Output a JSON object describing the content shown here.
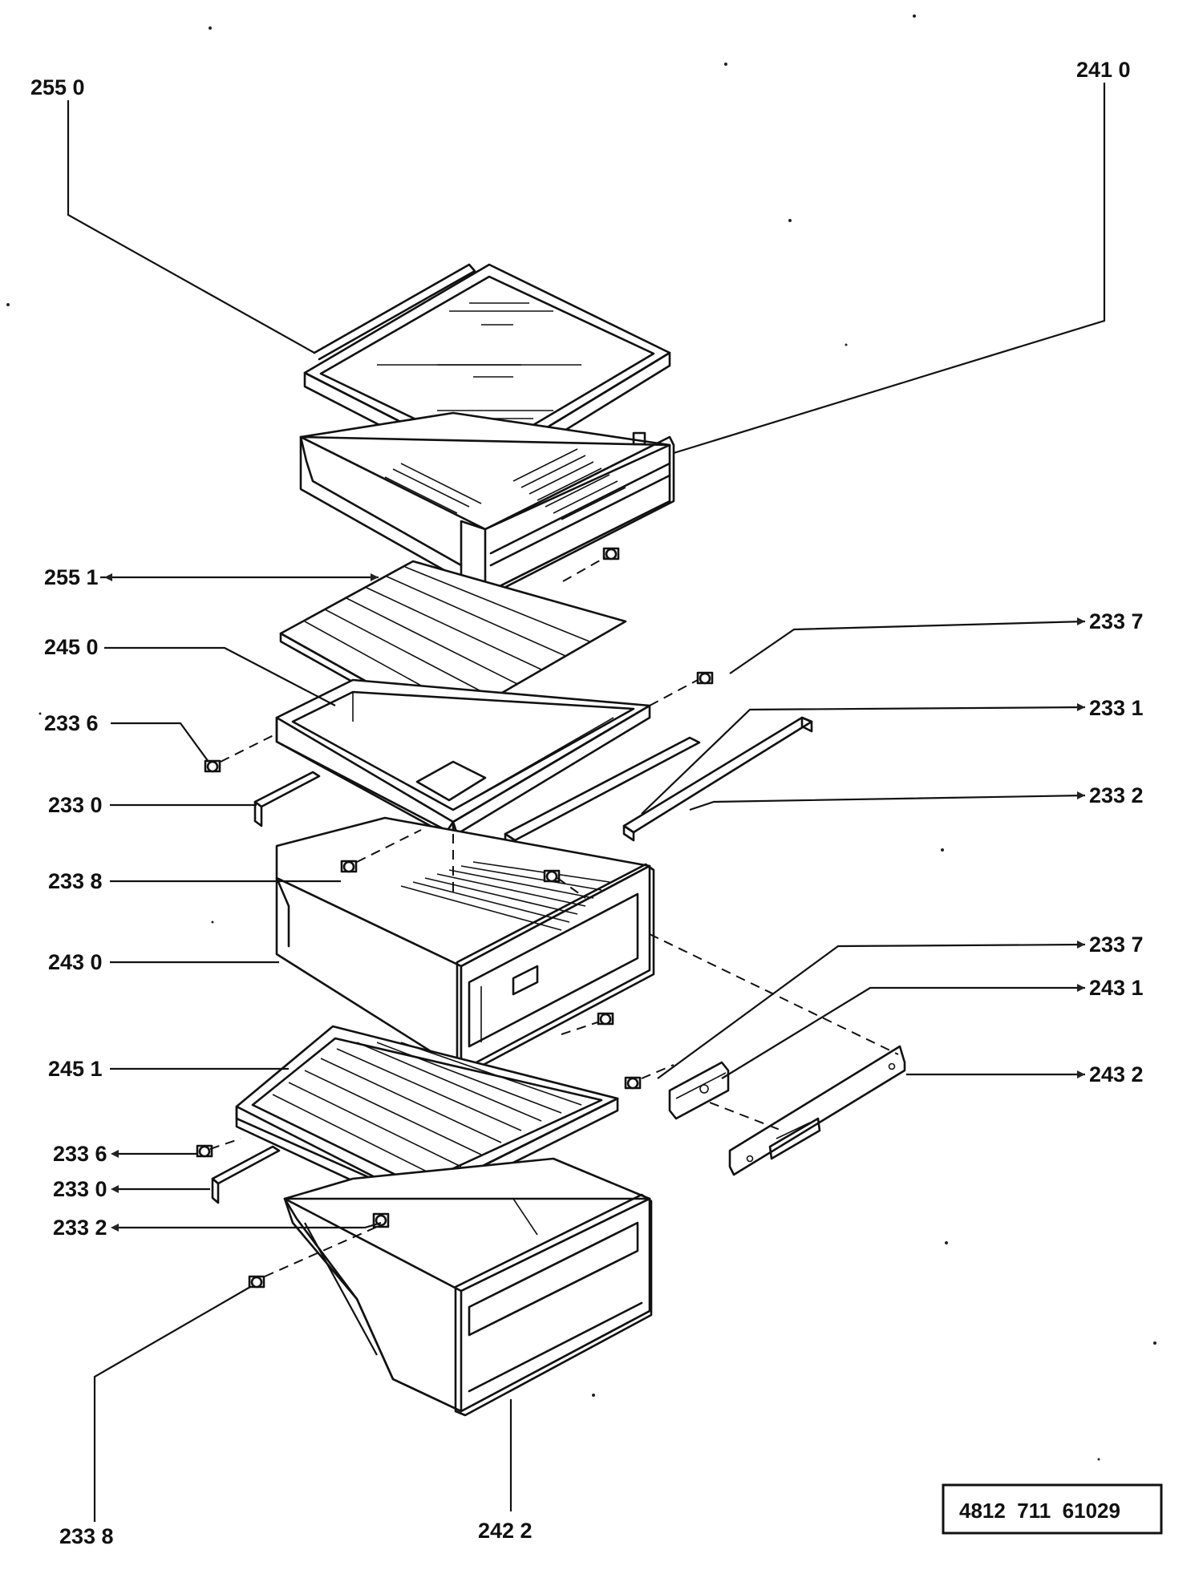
{
  "callouts": {
    "c2550": "255 0",
    "c2410": "241 0",
    "c2551": "255 1",
    "c2450": "245 0",
    "c2337a": "233 7",
    "c2336a": "233 6",
    "c2331": "233 1",
    "c2330a": "233 0",
    "c2332a": "233 2",
    "c2338a": "233 8",
    "c2430": "243 0",
    "c2337b": "233 7",
    "c2431": "243 1",
    "c2451": "245 1",
    "c2432": "243 2",
    "c2336b": "233 6",
    "c2330b": "233 0",
    "c2332b": "233 2",
    "c2338b": "233 8",
    "c2422": "242 2"
  },
  "drawing_code": "4812  711  61029"
}
